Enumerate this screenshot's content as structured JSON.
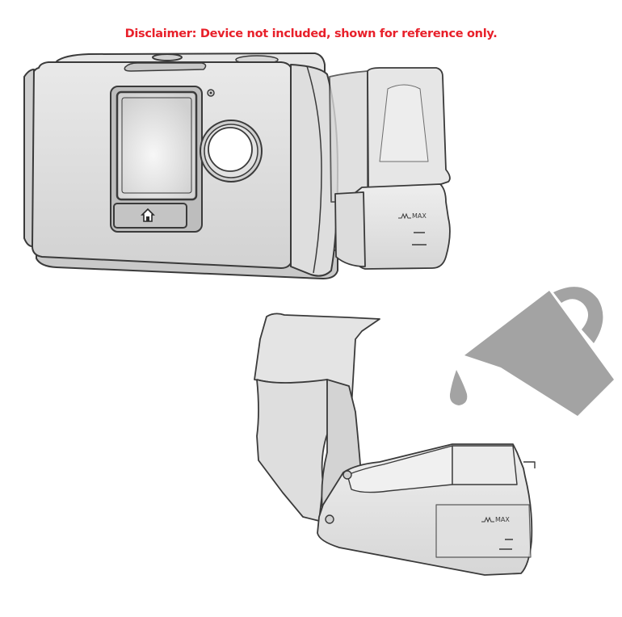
{
  "disclaimer": {
    "text": "Disclaimer: Device not included, shown for reference only.",
    "color": "#e8202a"
  },
  "device": {
    "home_button_icon": "home-icon",
    "tub_label": "MAX"
  },
  "water_tub": {
    "max_label": "MAX"
  },
  "pour_icon": {
    "icon": "pitcher-pour-icon",
    "color": "#a3a3a3"
  },
  "colors": {
    "outline": "#3a3a3a",
    "body": "#dcdcdc",
    "body_light": "#ececec",
    "screen": "#e4e4e4",
    "tub": "#e6e6e6"
  }
}
